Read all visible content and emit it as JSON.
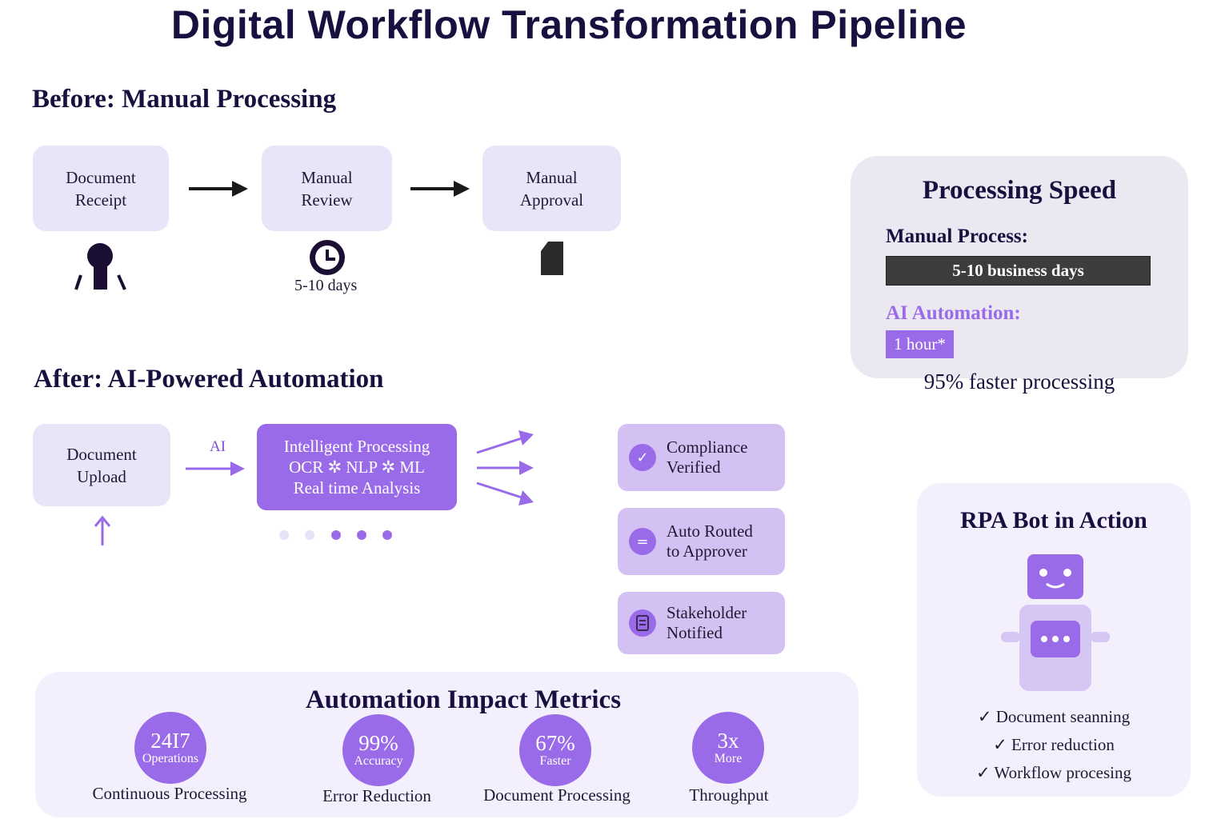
{
  "title": "Digital Workflow Transformation Pipeline",
  "before": {
    "heading": "Before: Manual Processing",
    "steps": [
      {
        "line1": "Document",
        "line2": "Receipt",
        "icon": "person-icon"
      },
      {
        "line1": "Manual",
        "line2": "Review",
        "icon": "clock-icon",
        "caption": "5-10 days"
      },
      {
        "line1": "Manual",
        "line2": "Approval",
        "icon": "document-icon"
      }
    ]
  },
  "after": {
    "heading": "After: AI-Powered Automation",
    "upload": {
      "line1": "Document",
      "line2": "Upload",
      "icon": "upload-arrow-icon"
    },
    "ai_arrow_label": "AI",
    "processing": {
      "line1": "Intelligent Processing",
      "line2": "OCR ✲ NLP ✲ ML",
      "line3": "Real time Analysis"
    },
    "progress_dots": {
      "total": 5,
      "active": 3
    },
    "outcomes": [
      {
        "line1": "Compliance",
        "line2": "Verified",
        "icon": "checkmark-icon"
      },
      {
        "line1": "Auto Routed",
        "line2": "to Approver",
        "icon": "equals-icon"
      },
      {
        "line1": "Stakeholder",
        "line2": "Notified",
        "icon": "notification-icon"
      }
    ]
  },
  "speed": {
    "title": "Processing Speed",
    "manual_label": "Manual Process:",
    "manual_value": "5-10 business days",
    "ai_label": "AI Automation:",
    "ai_value": "1 hour*",
    "summary": "95% faster processing"
  },
  "rpa": {
    "title": "RPA Bot in Action",
    "icon": "robot-icon",
    "checks": [
      "✓ Document seanning",
      "✓ Error reduction",
      "✓ Workflow procesing"
    ]
  },
  "metrics": {
    "title": "Automation Impact Metrics",
    "items": [
      {
        "value": "24I7",
        "unit": "Operations",
        "label": "Continuous Processing"
      },
      {
        "value": "99%",
        "unit": "Accuracy",
        "label": "Error Reduction"
      },
      {
        "value": "67%",
        "unit": "Faster",
        "label": "Document Processing"
      },
      {
        "value": "3x",
        "unit": "More",
        "label": "Throughput"
      }
    ]
  },
  "colors": {
    "accent": "#9a6be8",
    "box_fill": "#e9e4f8",
    "outcome_fill": "#d3c1f3",
    "dark_text": "#1a1040",
    "manual_bar": "#3d3d3d"
  }
}
